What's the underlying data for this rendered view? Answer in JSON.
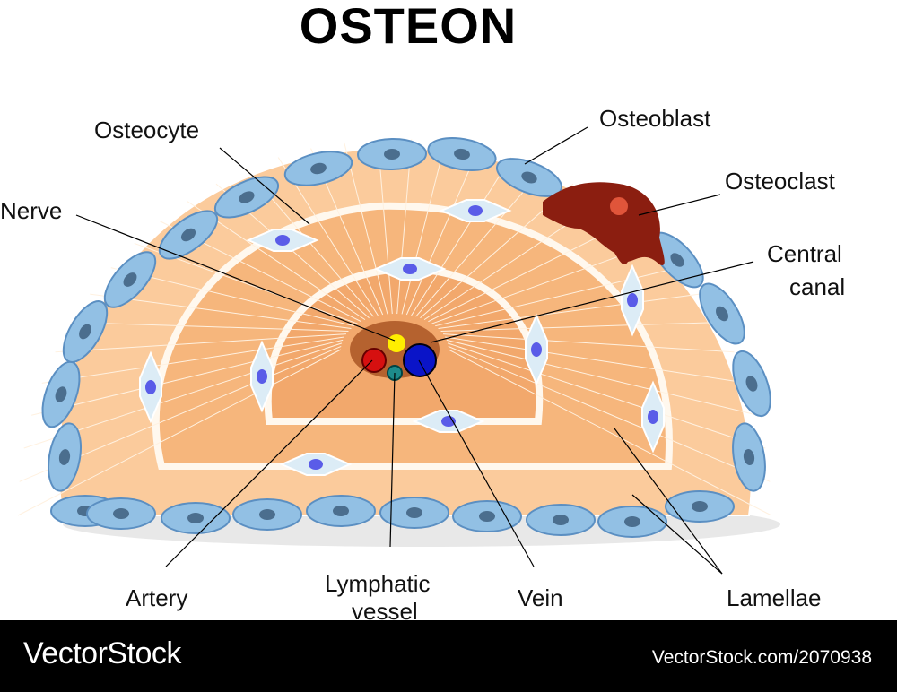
{
  "title": "OSTEON",
  "labels": {
    "osteocyte": "Osteocyte",
    "osteoblast": "Osteoblast",
    "osteoclast": "Osteoclast",
    "nerve": "Nerve",
    "central_canal_line1": "Central",
    "central_canal_line2": "canal",
    "artery": "Artery",
    "lymphatic_line1": "Lymphatic",
    "lymphatic_line2": "vessel",
    "vein": "Vein",
    "lamellae": "Lamellae"
  },
  "footer": {
    "brand": "VectorStock",
    "stock_id": "VectorStock.com/2070938"
  },
  "colors": {
    "outer_bone": "#fbcb9c",
    "middle_bone": "#f6b67c",
    "inner_bone": "#f2a86c",
    "cell_fill": "#92c0e4",
    "cell_stroke": "#5b8fc2",
    "nucleus": "#4b6e8e",
    "osteocyte_nucleus": "#5a5ce8",
    "canal": "#b5622f",
    "osteoclast": "#8b1e10",
    "nerve": "#ffee00",
    "artery": "#d61010",
    "vein": "#0a14c8",
    "lymph": "#1d8b8b"
  }
}
